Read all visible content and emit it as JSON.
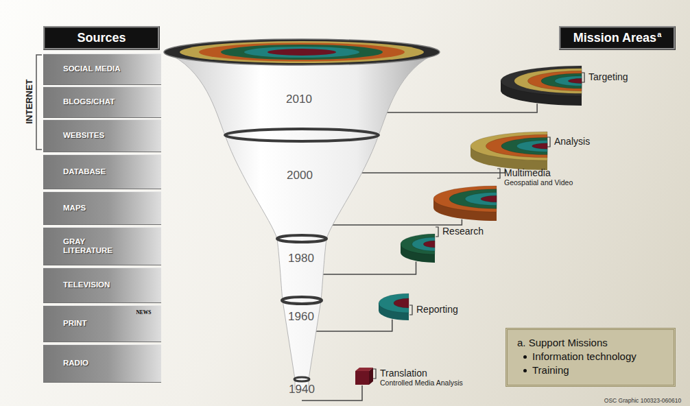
{
  "diagram": {
    "nodes": [
      {
        "text": [
          "Sources"
        ]
      },
      {
        "text": [
          "Mission Areas",
          "a"
        ]
      },
      {
        "text": [
          "SOCIAL MEDIA"
        ]
      },
      {
        "text": [
          "BLOGS/CHAT"
        ]
      },
      {
        "text": [
          "WEBSITES"
        ]
      },
      {
        "text": [
          "DATABASE"
        ]
      },
      {
        "text": [
          "MAPS"
        ]
      },
      {
        "text": [
          "GRAY LITERATURE"
        ]
      },
      {
        "text": [
          "TELEVISION"
        ]
      },
      {
        "text": [
          "PRINT"
        ]
      },
      {
        "text": [
          "RADIO"
        ]
      },
      {
        "text": [
          "Targeting"
        ]
      },
      {
        "text": [
          "Analysis"
        ]
      },
      {
        "text": [
          "Multimedia",
          "Geospatial and Video"
        ]
      },
      {
        "text": [
          "Research"
        ]
      },
      {
        "text": [
          "Reporting"
        ]
      },
      {
        "text": [
          "Translation",
          "Controlled Media Analysis"
        ]
      },
      {
        "text": [
          "a. Support Missions",
          "Information technology",
          "Training"
        ]
      }
    ],
    "labels": [
      "INTERNET",
      "2010",
      "2000",
      "1980",
      "1960",
      "1940",
      "NEWS",
      "OSC Graphic  100323-060610"
    ]
  }
}
